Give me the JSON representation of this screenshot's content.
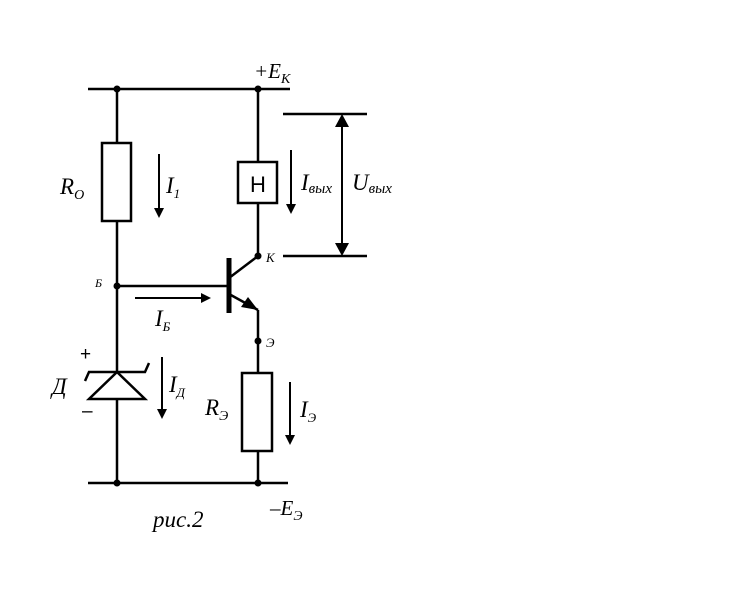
{
  "labels": {
    "supply_pos": "+E",
    "supply_pos_sub": "К",
    "supply_neg": "–E",
    "supply_neg_sub": "Э",
    "r0": "R",
    "r0_sub": "O",
    "i1": "I",
    "i1_sub": "1",
    "load_box": "Н",
    "i_out": "I",
    "i_out_sub": "вых",
    "u_out": "U",
    "u_out_sub": "вых",
    "node_k": "К",
    "node_b": "Б",
    "node_e": "Э",
    "i_b": "I",
    "i_b_sub": "Б",
    "plus": "+",
    "minus": "–",
    "diode": "Д",
    "i_d": "I",
    "i_d_sub": "Д",
    "r_e": "R",
    "r_e_sub": "Э",
    "i_e": "I",
    "i_e_sub": "Э",
    "caption": "рис.2"
  }
}
